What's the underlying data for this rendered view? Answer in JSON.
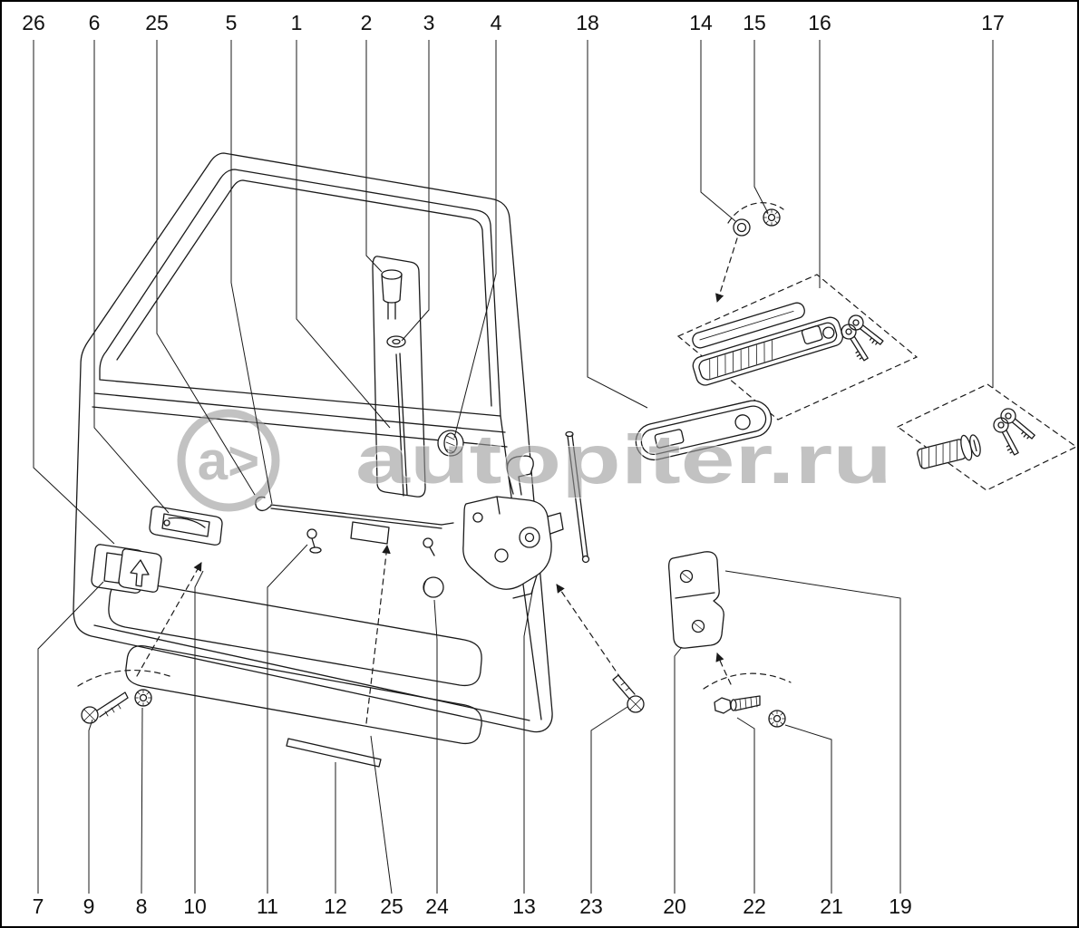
{
  "figure": {
    "background": "#ffffff",
    "line_color": "#1a1a1a",
    "watermark": {
      "logo": "a>",
      "text": "autopiter.ru",
      "color": "#9a9a9a"
    },
    "callouts_top": [
      "26",
      "6",
      "25",
      "5",
      "1",
      "2",
      "3",
      "4",
      "18",
      "14",
      "15",
      "16",
      "17"
    ],
    "callouts_bottom": [
      "7",
      "9",
      "8",
      "10",
      "11",
      "12",
      "25",
      "24",
      "13",
      "23",
      "20",
      "22",
      "21",
      "19"
    ]
  }
}
